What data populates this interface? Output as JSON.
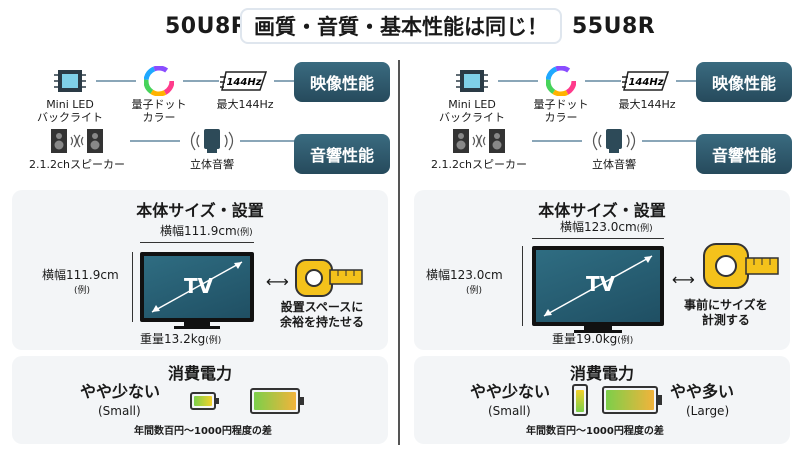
{
  "header": {
    "model_left": "50U8R",
    "headline": "画質・音質・基本性能は同じ！",
    "model_right": "55U8R"
  },
  "colors": {
    "accent": "#2e5d73",
    "panel": "#f3f5f7",
    "screen": "#2a6478"
  },
  "common": {
    "features_row1": [
      "Mini LED\nバックライト",
      "量子ドット\nカラー",
      "最大144Hz"
    ],
    "refresh_badge": "144Hz",
    "features_row2": [
      "2.1.2chスピーカー",
      "立体音響"
    ],
    "cat_video": "映像性能",
    "cat_audio": "音響性能",
    "size_title": "本体サイズ・設置",
    "power_title": "消費電力",
    "tv_label": "TV",
    "example": "(例)",
    "power_small": "やや少ない",
    "power_small_en": "(Small)",
    "power_note": "年間数百円〜1000円程度の差"
  },
  "left": {
    "width_label": "横幅111.9cm",
    "height_label": "横幅111.9cm",
    "weight_label": "重量13.2kg",
    "install_note": [
      "設置スペースに",
      "余裕を持たせる"
    ]
  },
  "right": {
    "width_label": "横幅123.0cm",
    "height_label": "横幅123.0cm",
    "weight_label": "重量19.0kg",
    "install_note": [
      "事前にサイズを",
      "計測する"
    ],
    "power_large": "やや多い",
    "power_large_en": "(Large)"
  }
}
